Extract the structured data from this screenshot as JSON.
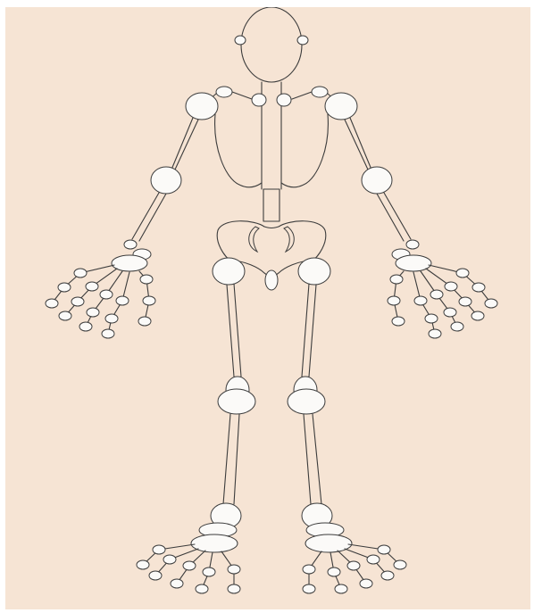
{
  "figure": {
    "background": "#f6e4d4",
    "joint_fill": "#fbfaf8",
    "line_color": "#3c3c3c",
    "parts": [
      "head",
      "spine",
      "ribcage",
      "pelvis",
      "left-arm",
      "right-arm",
      "left-hand",
      "right-hand",
      "left-leg",
      "right-leg",
      "left-foot",
      "right-foot"
    ]
  }
}
